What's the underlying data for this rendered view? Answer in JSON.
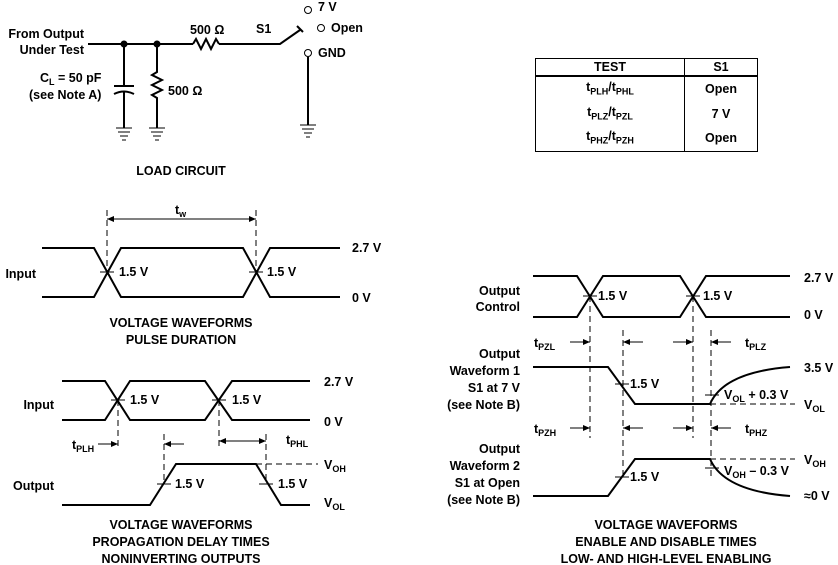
{
  "load_circuit": {
    "source_label_1": "From Output",
    "source_label_2": "Under Test",
    "cap_label_main": "C",
    "cap_label_sub": "L",
    "cap_label_value": " = 50 pF",
    "cap_note": "(see Note A)",
    "series_resistor": "500 Ω",
    "shunt_resistor": "500 Ω",
    "switch_name": "S1",
    "pos_7v": "7 V",
    "pos_open": "Open",
    "pos_gnd": "GND",
    "caption": "LOAD CIRCUIT"
  },
  "test_table": {
    "headers": [
      "TEST",
      "S1"
    ],
    "rows": [
      {
        "t1": "t",
        "s1": "PLH",
        "sep": "/",
        "t2": "t",
        "s2": "PHL",
        "s1_value": "Open"
      },
      {
        "t1": "t",
        "s1": "PLZ",
        "sep": "/",
        "t2": "t",
        "s2": "PZL",
        "s1_value": "7 V"
      },
      {
        "t1": "t",
        "s1": "PHZ",
        "sep": "/",
        "t2": "t",
        "s2": "PZH",
        "s1_value": "Open"
      }
    ]
  },
  "pulse_duration": {
    "signal_label": "Input",
    "width_label_main": "t",
    "width_label_sub": "w",
    "level_high": "2.7 V",
    "level_low": "0 V",
    "threshold_1": "1.5 V",
    "threshold_2": "1.5 V",
    "caption_1": "VOLTAGE WAVEFORMS",
    "caption_2": "PULSE DURATION"
  },
  "propagation": {
    "input_label": "Input",
    "output_label": "Output",
    "level_high": "2.7 V",
    "level_low": "0 V",
    "in_threshold_1": "1.5 V",
    "in_threshold_2": "1.5 V",
    "out_threshold_1": "1.5 V",
    "out_threshold_2": "1.5 V",
    "tplh_main": "t",
    "tplh_sub": "PLH",
    "tphl_main": "t",
    "tphl_sub": "PHL",
    "voh_main": "V",
    "voh_sub": "OH",
    "vol_main": "V",
    "vol_sub": "OL",
    "caption_1": "VOLTAGE WAVEFORMS",
    "caption_2": "PROPAGATION DELAY TIMES",
    "caption_3": "NONINVERTING OUTPUTS"
  },
  "enable_disable": {
    "control_label_1": "Output",
    "control_label_2": "Control",
    "wf1_label_1": "Output",
    "wf1_label_2": "Waveform 1",
    "wf1_label_3": "S1 at 7 V",
    "wf1_label_4": "(see Note B)",
    "wf2_label_1": "Output",
    "wf2_label_2": "Waveform 2",
    "wf2_label_3": "S1 at Open",
    "wf2_label_4": "(see Note B)",
    "level_high": "2.7 V",
    "level_low": "0 V",
    "ctrl_threshold_1": "1.5 V",
    "ctrl_threshold_2": "1.5 V",
    "wf1_threshold": "1.5 V",
    "wf2_threshold": "1.5 V",
    "wf1_high": "3.5 V",
    "wf2_low": "≈0 V",
    "tpzl_main": "t",
    "tpzl_sub": "PZL",
    "tplz_main": "t",
    "tplz_sub": "PLZ",
    "tpzh_main": "t",
    "tpzh_sub": "PZH",
    "tphz_main": "t",
    "tphz_sub": "PHZ",
    "vol_plus_main": "V",
    "vol_plus_sub": "OL",
    "vol_plus_rest": " + 0.3 V",
    "vol_main": "V",
    "vol_sub": "OL",
    "voh_minus_main": "V",
    "voh_minus_sub": "OH",
    "voh_minus_rest": " – 0.3 V",
    "voh_main": "V",
    "voh_sub": "OH",
    "caption_1": "VOLTAGE WAVEFORMS",
    "caption_2": "ENABLE AND DISABLE TIMES",
    "caption_3": "LOW- AND HIGH-LEVEL ENABLING"
  }
}
